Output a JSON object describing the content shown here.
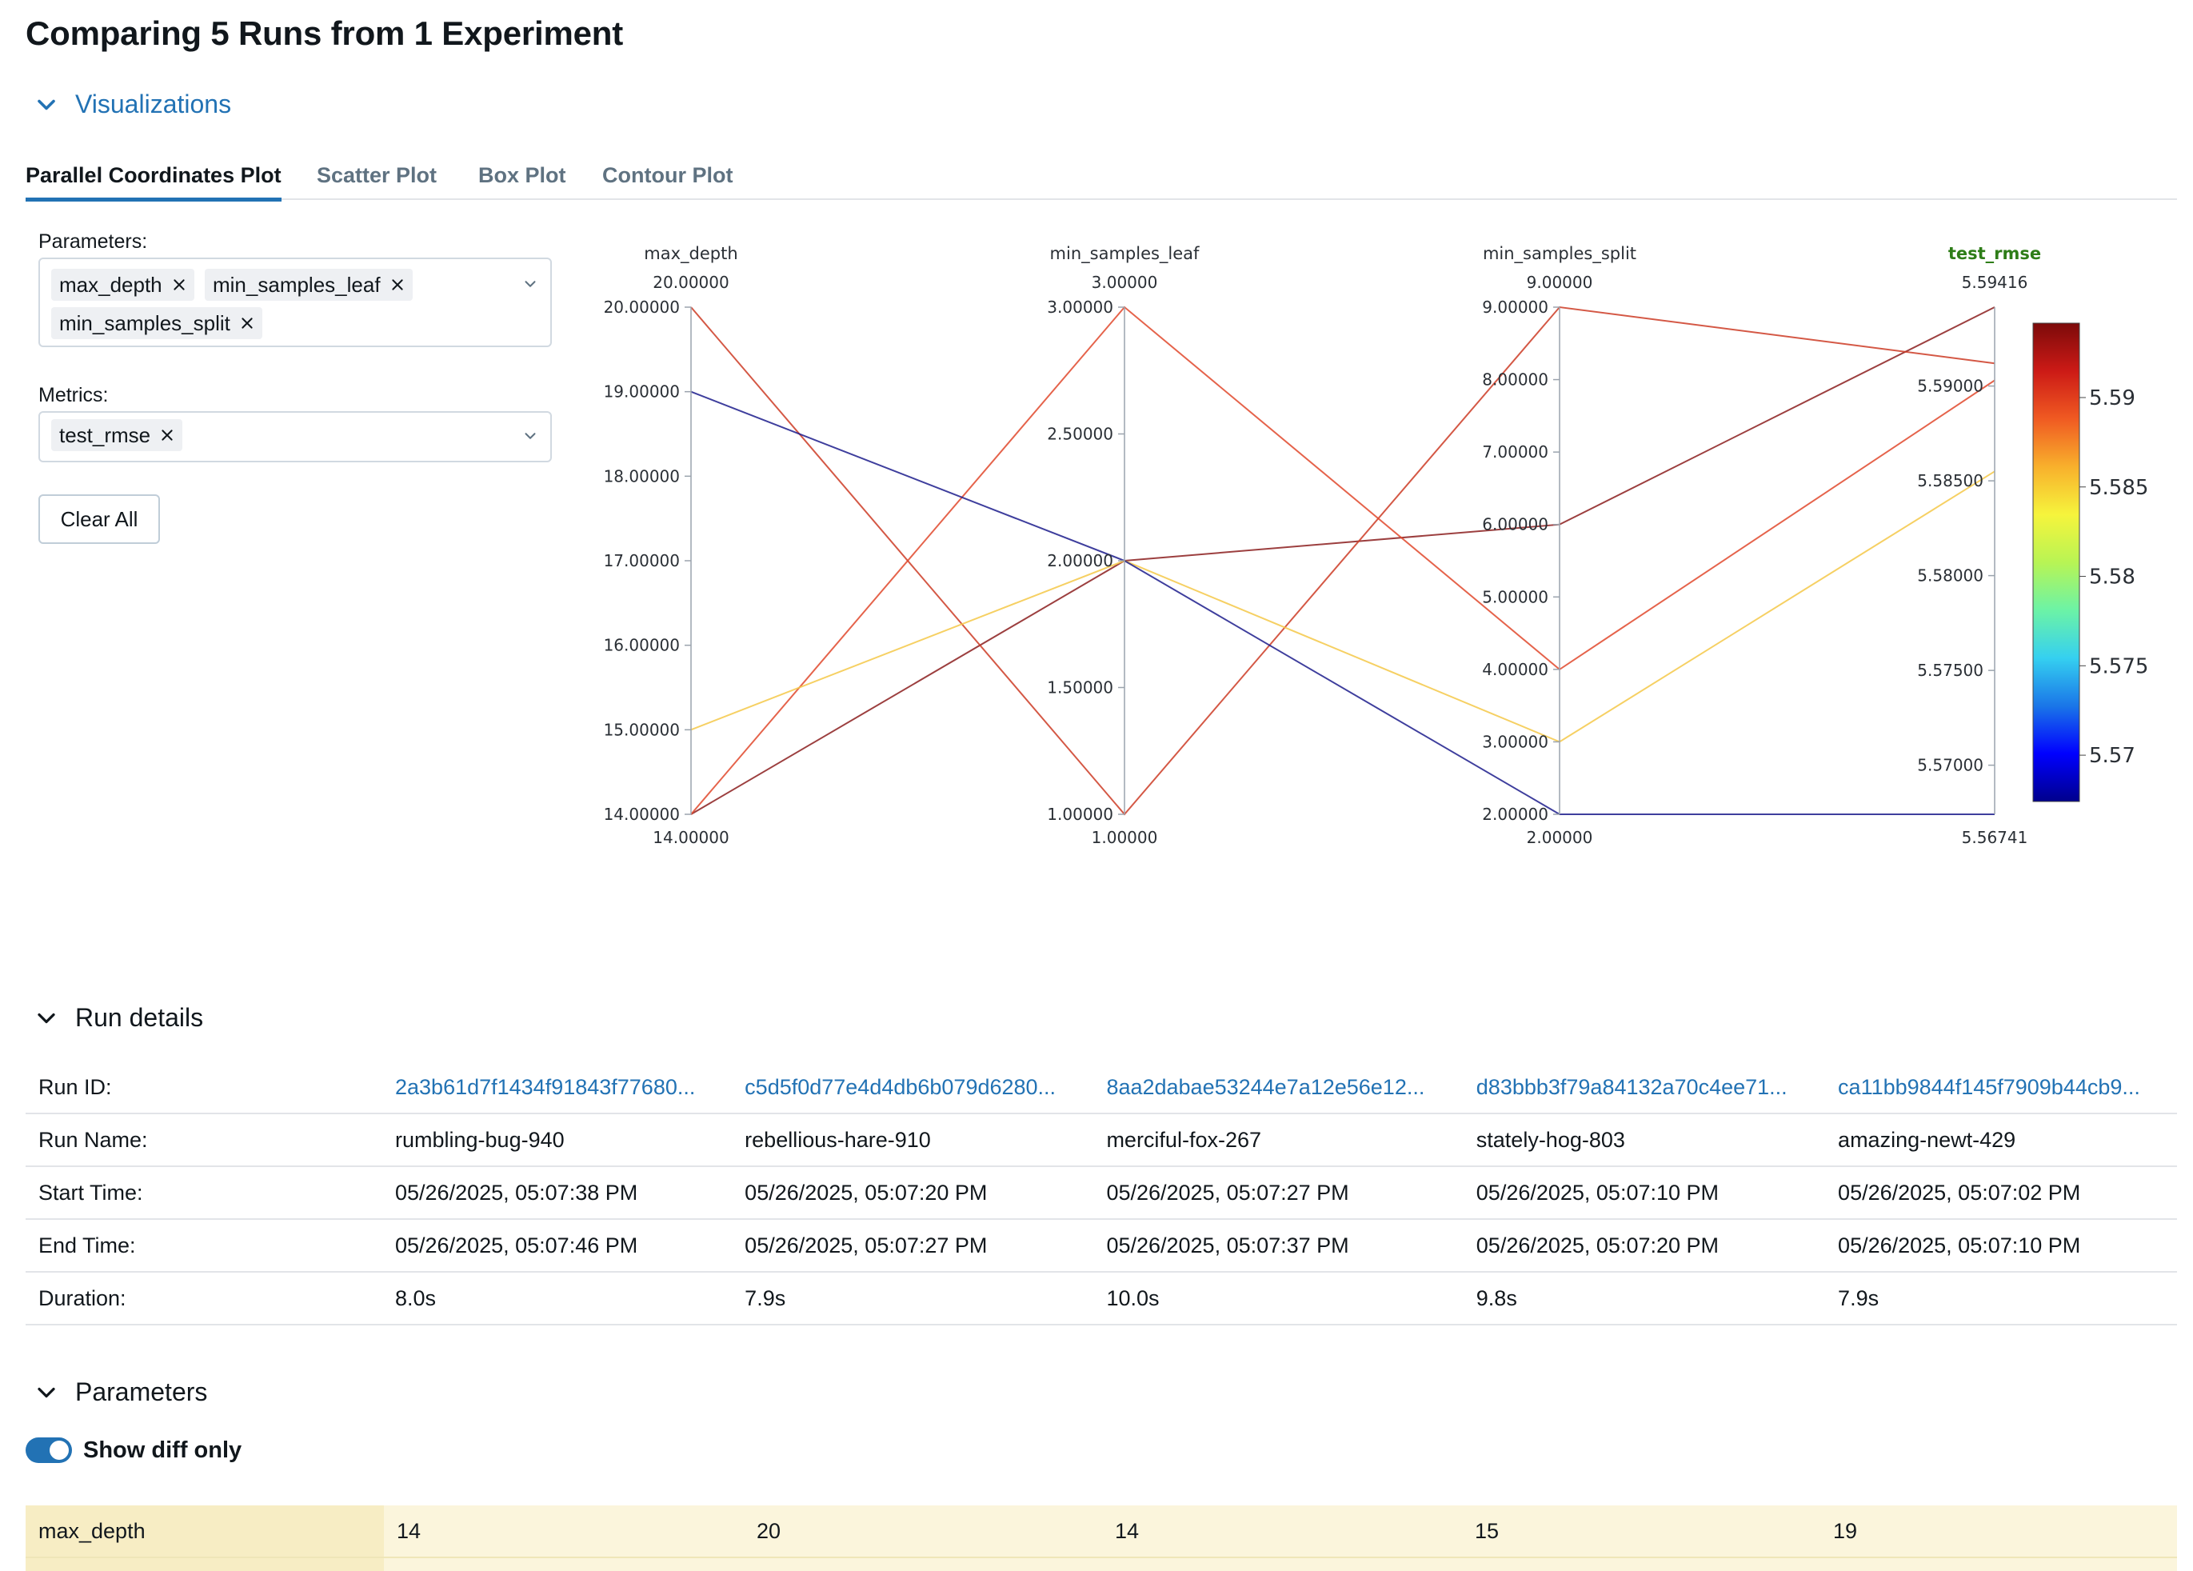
{
  "page_title": "Comparing 5 Runs from 1 Experiment",
  "sections": {
    "visualizations": "Visualizations",
    "run_details": "Run details",
    "parameters": "Parameters"
  },
  "tabs": [
    "Parallel Coordinates Plot",
    "Scatter Plot",
    "Box Plot",
    "Contour Plot"
  ],
  "controls": {
    "parameters_label": "Parameters:",
    "parameters_selected": [
      "max_depth",
      "min_samples_leaf",
      "min_samples_split"
    ],
    "metrics_label": "Metrics:",
    "metrics_selected": [
      "test_rmse"
    ],
    "clear_all": "Clear All"
  },
  "colors": {
    "accent": "#2272b4",
    "metric_axis": "#2e7d18"
  },
  "chart_data": {
    "type": "parallel_coordinates",
    "axes": [
      {
        "name": "max_depth",
        "max_label": "20.00000",
        "min_label": "14.00000",
        "range": [
          14,
          20
        ],
        "ticks": [
          "14.00000",
          "15.00000",
          "16.00000",
          "17.00000",
          "18.00000",
          "19.00000",
          "20.00000"
        ]
      },
      {
        "name": "min_samples_leaf",
        "max_label": "3.00000",
        "min_label": "1.00000",
        "range": [
          1,
          3
        ],
        "ticks": [
          "1.00000",
          "1.50000",
          "2.00000",
          "2.50000",
          "3.00000"
        ]
      },
      {
        "name": "min_samples_split",
        "max_label": "9.00000",
        "min_label": "2.00000",
        "range": [
          2,
          9
        ],
        "ticks": [
          "2.00000",
          "3.00000",
          "4.00000",
          "5.00000",
          "6.00000",
          "7.00000",
          "8.00000",
          "9.00000"
        ]
      },
      {
        "name": "test_rmse",
        "max_label": "5.59416",
        "min_label": "5.56741",
        "range": [
          5.56741,
          5.59416
        ],
        "ticks": [
          "5.57000",
          "5.57500",
          "5.58000",
          "5.58500",
          "5.59000"
        ],
        "metric": true
      }
    ],
    "lines": [
      {
        "values": [
          14,
          2,
          6,
          5.59416
        ],
        "color": "#8b1d1d"
      },
      {
        "values": [
          20,
          1,
          9,
          5.5912
        ],
        "color": "#cc3b24"
      },
      {
        "values": [
          14,
          3,
          4,
          5.5903
        ],
        "color": "#e0482c"
      },
      {
        "values": [
          15,
          2,
          3,
          5.5855
        ],
        "color": "#f4c848"
      },
      {
        "values": [
          19,
          2,
          2,
          5.56741
        ],
        "color": "#1c1c8c"
      }
    ],
    "colorbar": {
      "labels": [
        "5.57",
        "5.575",
        "5.58",
        "5.585",
        "5.59"
      ],
      "range": [
        5.56741,
        5.59416
      ],
      "stops": [
        "#00008c",
        "#0000ff",
        "#1a76e8",
        "#35d0f0",
        "#6cf3a6",
        "#b8f454",
        "#f6f43c",
        "#f8b02c",
        "#f05a22",
        "#cc1a16",
        "#7c0a0a"
      ]
    }
  },
  "run_details": {
    "labels": [
      "Run ID:",
      "Run Name:",
      "Start Time:",
      "End Time:",
      "Duration:"
    ],
    "runs": [
      {
        "id": "2a3b61d7f1434f91843f77680...",
        "name": "rumbling-bug-940",
        "start": "05/26/2025, 05:07:38 PM",
        "end": "05/26/2025, 05:07:46 PM",
        "duration": "8.0s"
      },
      {
        "id": "c5d5f0d77e4d4db6b079d6280...",
        "name": "rebellious-hare-910",
        "start": "05/26/2025, 05:07:20 PM",
        "end": "05/26/2025, 05:07:27 PM",
        "duration": "7.9s"
      },
      {
        "id": "8aa2dabae53244e7a12e56e12...",
        "name": "merciful-fox-267",
        "start": "05/26/2025, 05:07:27 PM",
        "end": "05/26/2025, 05:07:37 PM",
        "duration": "10.0s"
      },
      {
        "id": "d83bbb3f79a84132a70c4ee71...",
        "name": "stately-hog-803",
        "start": "05/26/2025, 05:07:10 PM",
        "end": "05/26/2025, 05:07:20 PM",
        "duration": "9.8s"
      },
      {
        "id": "ca11bb9844f145f7909b44cb9...",
        "name": "amazing-newt-429",
        "start": "05/26/2025, 05:07:02 PM",
        "end": "05/26/2025, 05:07:10 PM",
        "duration": "7.9s"
      }
    ]
  },
  "parameters_table": {
    "show_diff_label": "Show diff only",
    "rows": [
      {
        "name": "max_depth",
        "values": [
          "14",
          "20",
          "14",
          "15",
          "19"
        ]
      }
    ]
  }
}
